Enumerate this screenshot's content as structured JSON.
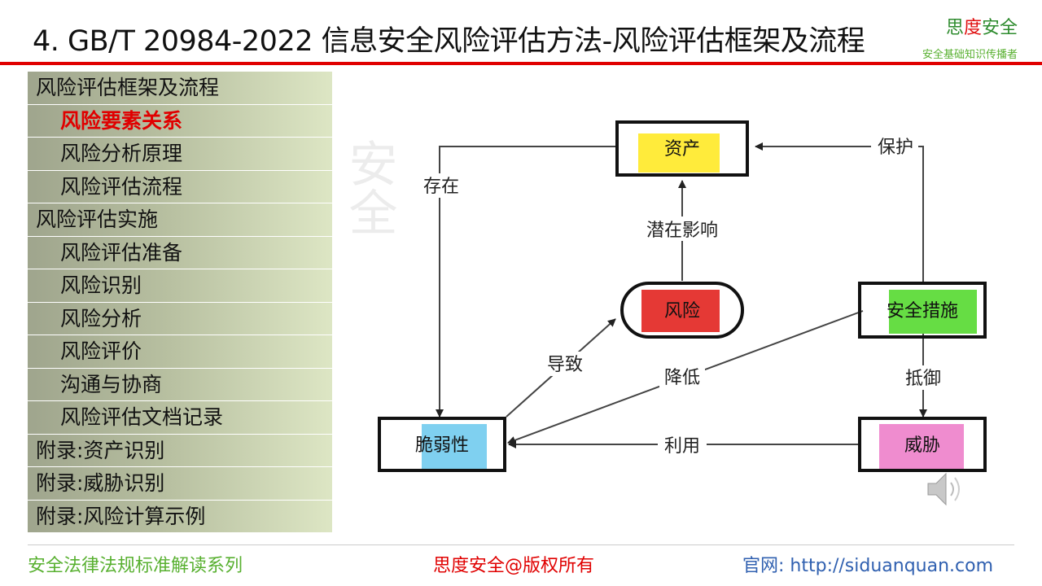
{
  "header": {
    "title": "4. GB/T 20984-2022 信息安全风险评估方法-风险评估框架及流程",
    "brand": {
      "part1": "思",
      "part2": "度",
      "part3": "安全",
      "tagline": "安全基础知识传播者"
    }
  },
  "menu": [
    {
      "label": "风险评估框架及流程",
      "level": 1
    },
    {
      "label": "风险要素关系",
      "level": 2,
      "active": true
    },
    {
      "label": "风险分析原理",
      "level": 2
    },
    {
      "label": "风险评估流程",
      "level": 2
    },
    {
      "label": "风险评估实施",
      "level": 1
    },
    {
      "label": "风险评估准备",
      "level": 2
    },
    {
      "label": "风险识别",
      "level": 2
    },
    {
      "label": "风险分析",
      "level": 2
    },
    {
      "label": "风险评价",
      "level": 2
    },
    {
      "label": "沟通与协商",
      "level": 2
    },
    {
      "label": "风险评估文档记录",
      "level": 2
    },
    {
      "label": "附录:资产识别",
      "level": 1
    },
    {
      "label": "附录:威胁识别",
      "level": 1
    },
    {
      "label": "附录:风险计算示例",
      "level": 1
    }
  ],
  "diagram": {
    "nodes": {
      "asset": "资产",
      "risk": "风险",
      "measure": "安全措施",
      "vuln": "脆弱性",
      "threat": "威胁"
    },
    "edges": {
      "exist": "存在",
      "protect": "保护",
      "potential_impact": "潜在影响",
      "cause": "导致",
      "reduce": "降低",
      "resist": "抵御",
      "exploit": "利用"
    },
    "colors": {
      "asset": "#ffeb3b",
      "risk": "#e53935",
      "measure": "#66dd44",
      "vuln": "#7fd0f0",
      "threat": "#ef8ccf"
    }
  },
  "footer": {
    "series": "安全法律法规标准解读系列",
    "copyright": "思度安全@版权所有",
    "website": "官网: http://siduanquan.com"
  }
}
